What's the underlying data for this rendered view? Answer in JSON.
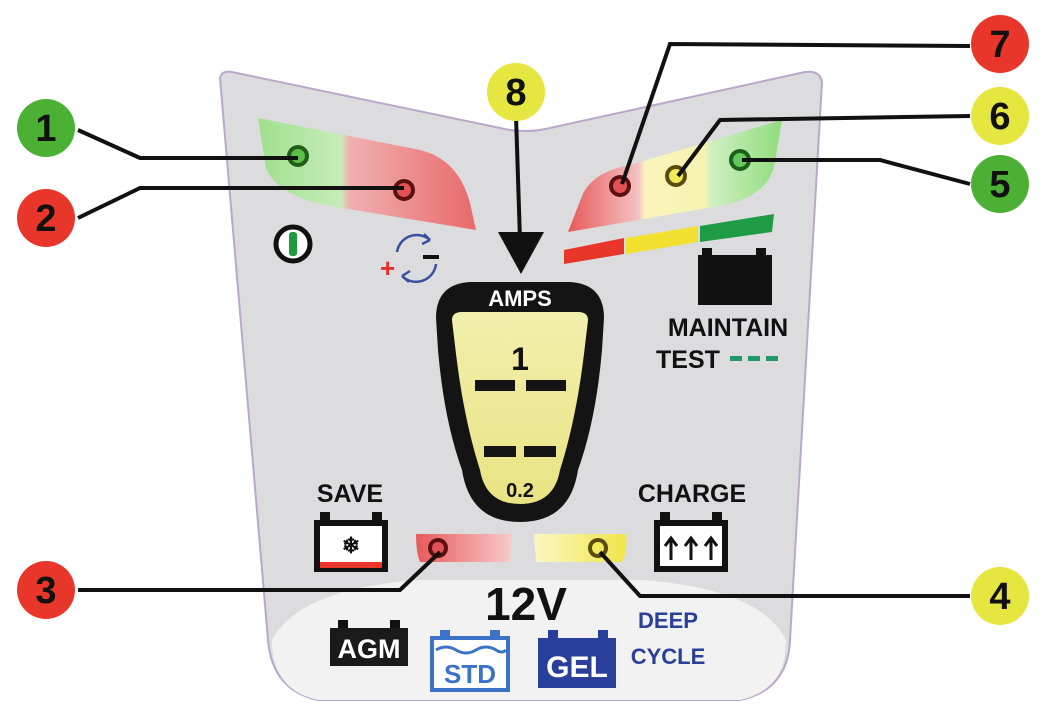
{
  "callouts": [
    {
      "id": 1,
      "label": "1",
      "color": "#4cb034"
    },
    {
      "id": 2,
      "label": "2",
      "color": "#e8362a"
    },
    {
      "id": 3,
      "label": "3",
      "color": "#e8362a"
    },
    {
      "id": 4,
      "label": "4",
      "color": "#e6e640"
    },
    {
      "id": 5,
      "label": "5",
      "color": "#4cb034"
    },
    {
      "id": 6,
      "label": "6",
      "color": "#e6e640"
    },
    {
      "id": 7,
      "label": "7",
      "color": "#e8362a"
    },
    {
      "id": 8,
      "label": "8",
      "color": "#e6e640"
    }
  ],
  "panel": {
    "background": "#dcdcdf",
    "outline": "#b9a8c9",
    "bottom_band": "#f2f2f2"
  },
  "amps": {
    "title": "AMPS",
    "top_value": "1",
    "bottom_value": "0.2"
  },
  "labels": {
    "save": "SAVE",
    "charge": "CHARGE",
    "maintain": "MAINTAIN",
    "test": "TEST",
    "voltage": "12V",
    "agm": "AGM",
    "std": "STD",
    "gel": "GEL",
    "deep": "DEEP",
    "cycle": "CYCLE"
  },
  "icons": {
    "power": "power-icon",
    "polarity": "polarity-reverse-icon",
    "battery": "battery-icon",
    "snowflake": "snowflake-battery-icon",
    "charge": "charge-battery-icon"
  },
  "colors": {
    "led_green": "#4fbf4a",
    "led_red": "#e04a4a",
    "led_yellow": "#f3ec60",
    "blue_text": "#2a3f9a",
    "std_blue": "#3c73c8"
  }
}
